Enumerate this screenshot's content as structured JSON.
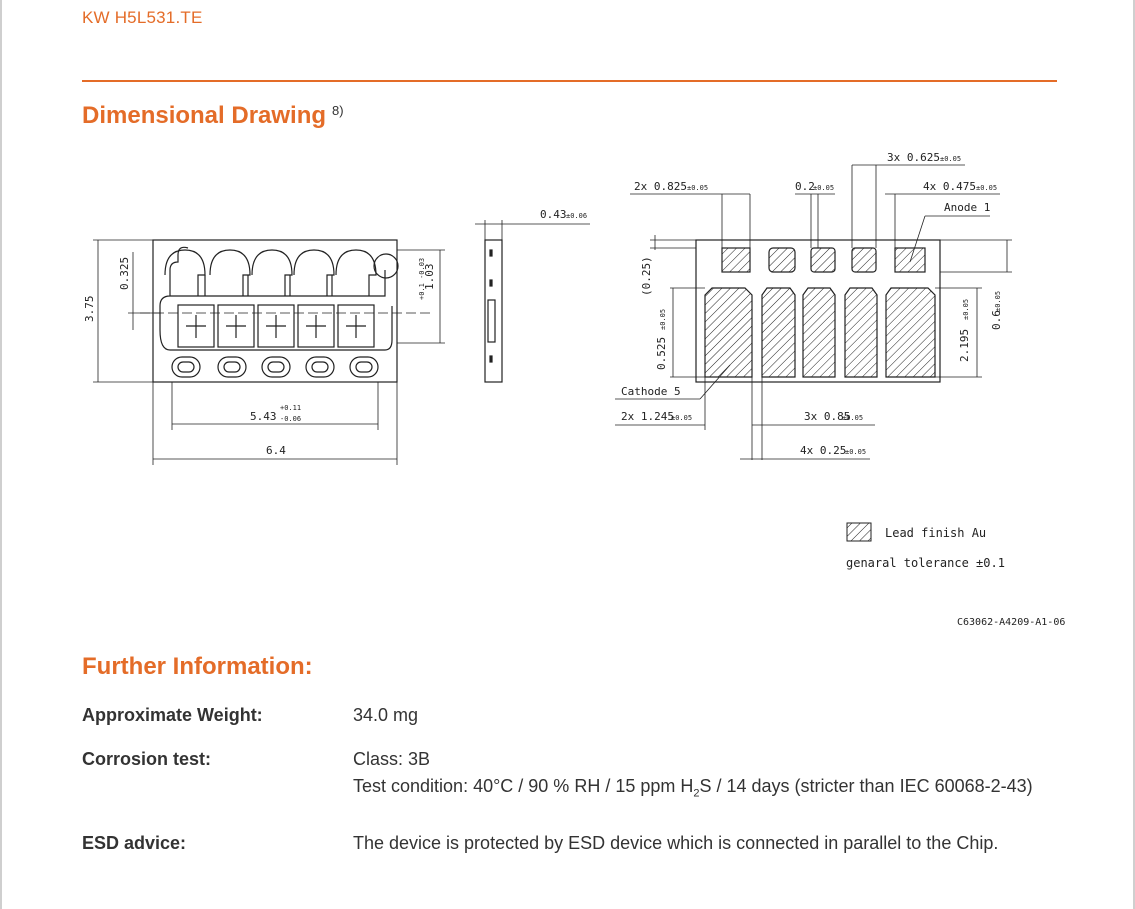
{
  "header": {
    "doc_id": "KW H5L531.TE",
    "accent_color": "#e46c28"
  },
  "drawing_section": {
    "title": "Dimensional Drawing",
    "footnote_marker": "8)",
    "dimensions": {
      "height_total": "3.75",
      "height_pad": "0.325",
      "width_inner": "5.43",
      "width_inner_tol_plus": "+0.11",
      "width_inner_tol_minus": "-0.06",
      "width_total": "6.4",
      "height_lens": "1.03",
      "height_lens_tol": "+0.1 -0.03",
      "side_thickness": "0.43",
      "side_thickness_tol": "±0.06",
      "pad_2x_0825": "2x 0.825",
      "pad_02": "0.2",
      "pad_3x_0625": "3x 0.625",
      "pad_4x_0475": "4x 0.475",
      "anode": "Anode 1",
      "dim_025": "(0.25)",
      "dim_0525": "0.525",
      "dim_2195": "2.195",
      "dim_06": "0.6",
      "cathode": "Cathode 5",
      "pad_2x_1245": "2x 1.245",
      "pad_3x_085": "3x 0.85",
      "pad_4x_025": "4x 0.25",
      "tol_005": "±0.05"
    },
    "legend": {
      "lead_finish": "Lead finish Au",
      "tolerance": "genaral tolerance ±0.1"
    },
    "drawing_code": "C63062-A4209-A1-06"
  },
  "further_section": {
    "title": "Further Information:",
    "rows": [
      {
        "label": "Approximate Weight:",
        "value": "34.0 mg"
      },
      {
        "label": "Corrosion test:",
        "value_line1": "Class: 3B",
        "value_line2_pre": "Test condition: 40°C / 90 % RH / 15 ppm H",
        "value_line2_sub": "2",
        "value_line2_post": "S / 14 days (stricter than IEC 60068-2-43)"
      },
      {
        "label": "ESD advice:",
        "value": "The device is protected by ESD device which is connected in parallel to the Chip."
      }
    ]
  }
}
